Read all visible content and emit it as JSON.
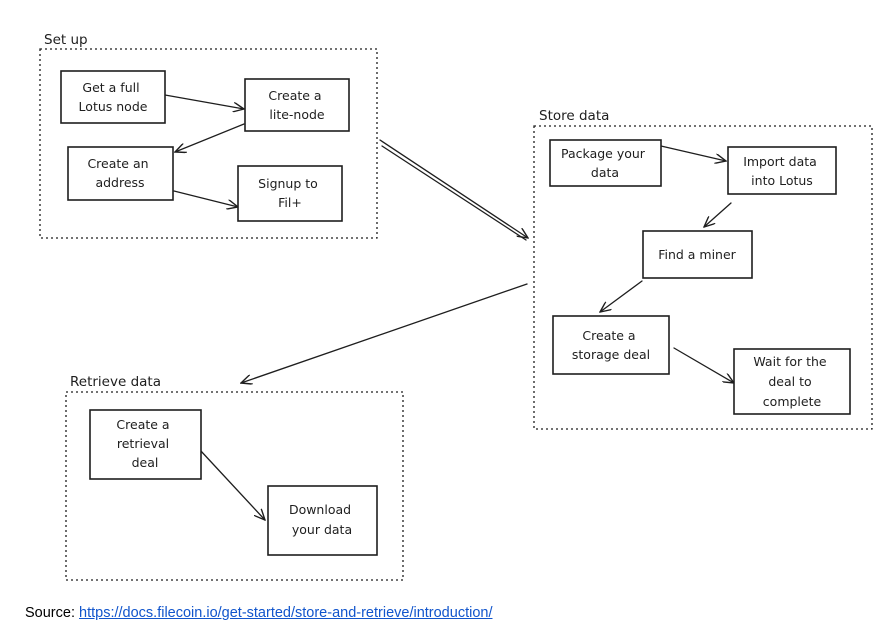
{
  "groups": {
    "setup": {
      "title": "Set up"
    },
    "store": {
      "title": "Store data"
    },
    "retrieve": {
      "title": "Retrieve data"
    }
  },
  "nodes": {
    "full_node": [
      "Get a full",
      "Lotus node"
    ],
    "lite_node": [
      "Create a",
      "lite-node"
    ],
    "address": [
      "Create an",
      "address"
    ],
    "signup": [
      "Signup to",
      "Fil+"
    ],
    "package": [
      "Package your",
      "data"
    ],
    "import": [
      "Import data",
      "into Lotus"
    ],
    "miner": [
      "Find a miner"
    ],
    "storage_deal": [
      "Create a",
      "storage deal"
    ],
    "wait": [
      "Wait for the",
      "deal to",
      "complete"
    ],
    "retrieval_deal": [
      "Create a",
      "retrieval",
      "deal"
    ],
    "download": [
      "Download",
      "your data"
    ]
  },
  "source": {
    "label": "Source:",
    "url": "https://docs.filecoin.io/get-started/store-and-retrieve/introduction/"
  }
}
